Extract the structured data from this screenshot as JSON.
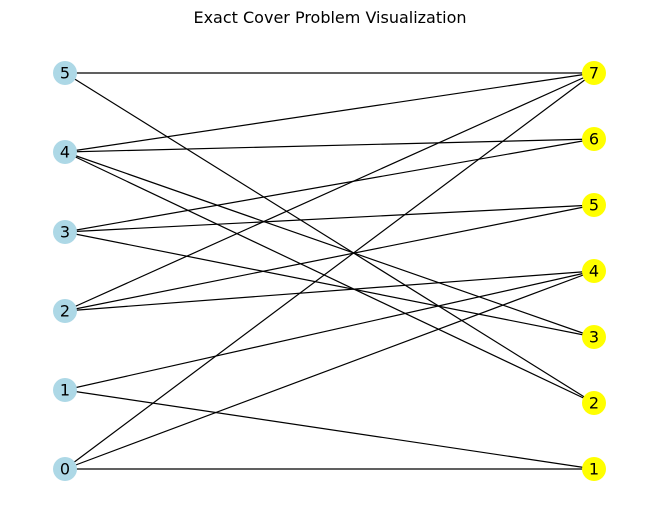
{
  "title": "Exact Cover Problem Visualization",
  "colors": {
    "left_node": "#add8e6",
    "right_node": "#ffff00",
    "edge": "#000000",
    "label": "#000000"
  },
  "graph": {
    "left_nodes": [
      "0",
      "1",
      "2",
      "3",
      "4",
      "5"
    ],
    "right_nodes": [
      "1",
      "2",
      "3",
      "4",
      "5",
      "6",
      "7"
    ],
    "edges": [
      [
        "5",
        "7"
      ],
      [
        "5",
        "2"
      ],
      [
        "4",
        "7"
      ],
      [
        "4",
        "6"
      ],
      [
        "4",
        "3"
      ],
      [
        "4",
        "2"
      ],
      [
        "3",
        "6"
      ],
      [
        "3",
        "5"
      ],
      [
        "3",
        "3"
      ],
      [
        "2",
        "7"
      ],
      [
        "2",
        "5"
      ],
      [
        "2",
        "4"
      ],
      [
        "1",
        "4"
      ],
      [
        "1",
        "1"
      ],
      [
        "0",
        "7"
      ],
      [
        "0",
        "4"
      ],
      [
        "0",
        "1"
      ]
    ]
  }
}
